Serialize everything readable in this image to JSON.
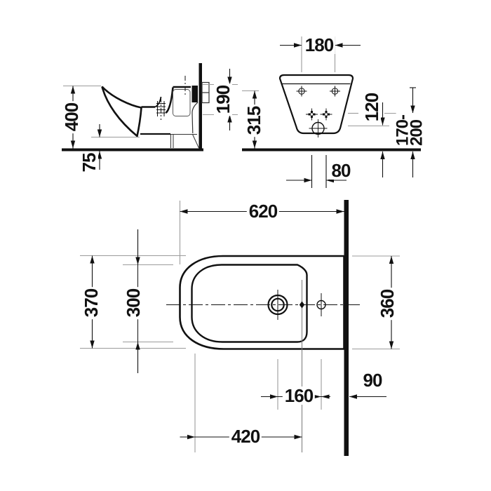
{
  "colors": {
    "line": "#111111",
    "thin_line": "#333333",
    "extension_line": "#9b9b9b",
    "background": "#ffffff"
  },
  "views": {
    "side": {
      "dims": {
        "d400": "400",
        "d190": "190",
        "d75": "75"
      }
    },
    "rear": {
      "dims": {
        "d180": "180",
        "d315": "315",
        "d120": "120",
        "d170_200": "170-\n200",
        "d80": "80"
      }
    },
    "plan": {
      "dims": {
        "d620": "620",
        "d370": "370",
        "d300": "300",
        "d360": "360",
        "d160": "160",
        "d90": "90",
        "d420": "420"
      }
    }
  }
}
